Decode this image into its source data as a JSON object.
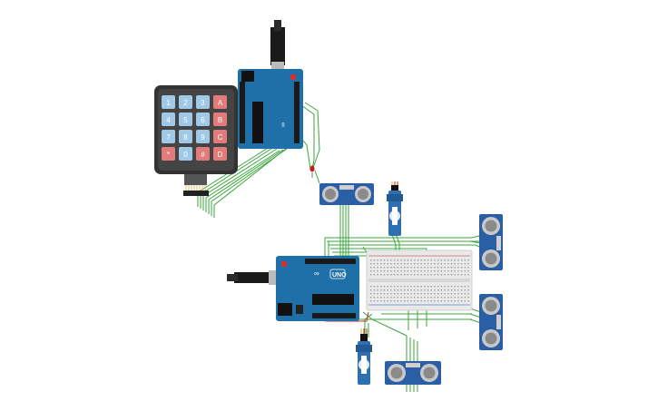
{
  "keypad": {
    "rows": [
      [
        "1",
        "2",
        "3",
        "A"
      ],
      [
        "4",
        "5",
        "6",
        "B"
      ],
      [
        "7",
        "8",
        "9",
        "C"
      ],
      [
        "*",
        "0",
        "#",
        "D"
      ]
    ]
  },
  "arduino_board": {
    "logo": "UNO"
  },
  "colors": {
    "board_blue": "#1f6fa8",
    "keypad_frame": "#333333",
    "key_blue": "#9fc9e6",
    "key_red": "#e27b7b",
    "wire_green": "#3aa63a",
    "wire_red": "#d62828",
    "breadboard": "#e9e9e9",
    "sensor_blue": "#2a5fa5",
    "servo_blue": "#2d6fb0"
  },
  "icons": [
    "usb-connector-icon",
    "led-icon",
    "reset-button-icon"
  ]
}
